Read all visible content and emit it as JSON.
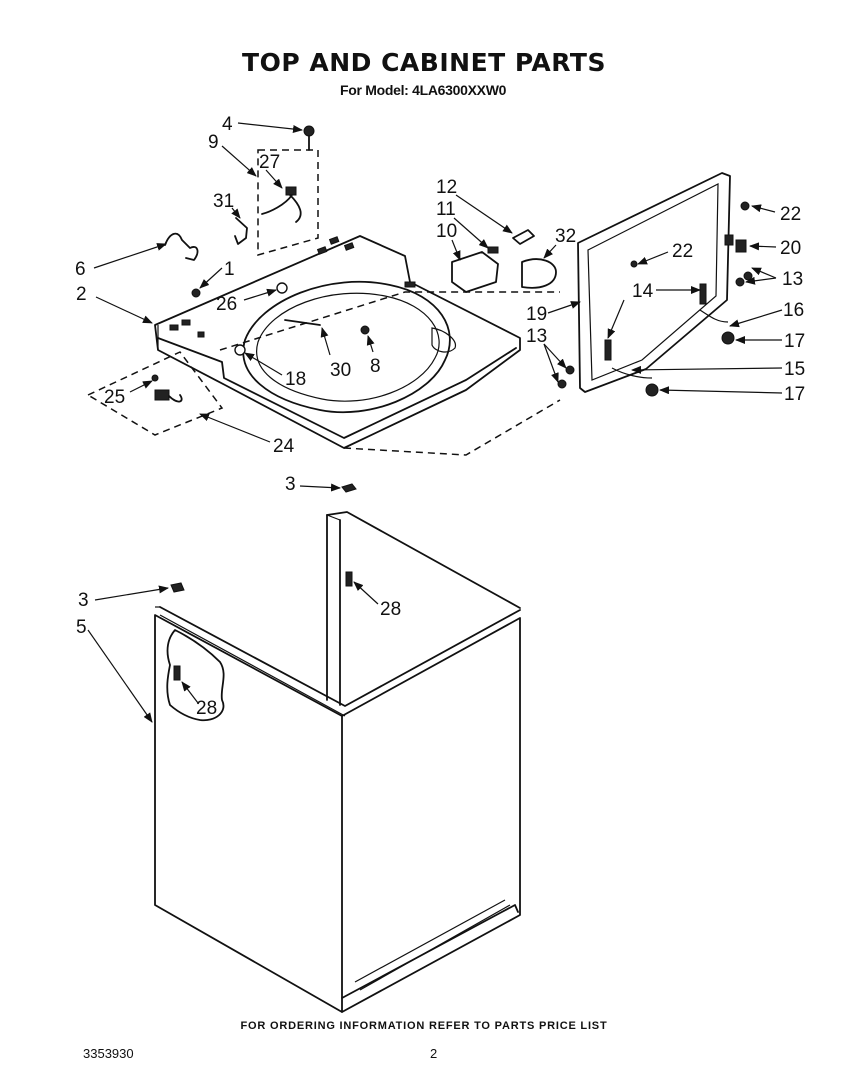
{
  "header": {
    "title": "TOP AND CABINET PARTS",
    "model_line": "For Model: 4LA6300XXW0"
  },
  "footer": {
    "note": "FOR ORDERING INFORMATION REFER TO PARTS PRICE LIST",
    "doc_number": "3353930",
    "page_number": "2"
  },
  "callouts": {
    "c1": "1",
    "c2": "2",
    "c3a": "3",
    "c3b": "3",
    "c4": "4",
    "c5": "5",
    "c6": "6",
    "c8": "8",
    "c9": "9",
    "c10": "10",
    "c11": "11",
    "c12": "12",
    "c13a": "13",
    "c13b": "13",
    "c14": "14",
    "c15": "15",
    "c16": "16",
    "c17a": "17",
    "c17b": "17",
    "c18": "18",
    "c19": "19",
    "c20": "20",
    "c22a": "22",
    "c22b": "22",
    "c24": "24",
    "c25": "25",
    "c26": "26",
    "c27": "27",
    "c28a": "28",
    "c28b": "28",
    "c30": "30",
    "c31": "31",
    "c32": "32"
  }
}
